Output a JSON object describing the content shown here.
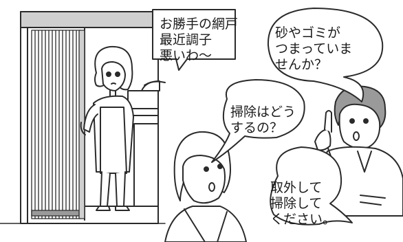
{
  "bubbles": {
    "upper_left": {
      "lines": [
        "お勝手の網戸",
        "最近調子",
        "悪いわ～"
      ]
    },
    "upper_right": {
      "lines": [
        "砂やゴミが",
        "つまっていま",
        "せんか？"
      ]
    },
    "middle": {
      "lines": [
        "掃除はどう",
        "するの？"
      ]
    },
    "lower_right": {
      "lines": [
        "取外して",
        "掃除して",
        "ください。"
      ]
    }
  },
  "colors": {
    "line": "#2a2a2a",
    "fill": "#ffffff",
    "shade": "#9a9a9a",
    "light_shade": "#cfcfcf"
  }
}
